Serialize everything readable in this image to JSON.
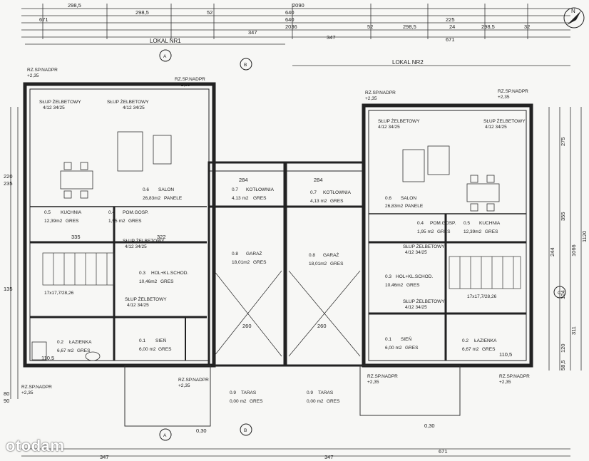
{
  "dimensions_top": {
    "row1": [
      "298,5",
      "298,5",
      "2090",
      "225"
    ],
    "row2": [
      "52",
      "640",
      "24",
      "298,5"
    ],
    "row3": [
      "640",
      "2036",
      "52",
      "298,5",
      "24",
      "298,5",
      "32"
    ],
    "row4": [
      "671",
      "671"
    ],
    "lokal1_width": "347",
    "lokal2_width": "347"
  },
  "lokal_labels": {
    "lokal1": "LOKAL NR1",
    "lokal2": "LOKAL NR2"
  },
  "axis_labels": {
    "a": "A",
    "b": "B",
    "c": "C"
  },
  "rooms": [
    {
      "id": "kuchnia1",
      "no": "0.5",
      "name": "KUCHNIA",
      "area": "12,39m2",
      "floor": "GRES"
    },
    {
      "id": "pom_gosp1",
      "no": "0.4",
      "name": "POM.GOSP.",
      "area": "1,95 m2",
      "floor": "GRES"
    },
    {
      "id": "salon1",
      "no": "0.6",
      "name": "SALON",
      "area": "26,83m2",
      "floor": "PANELE"
    },
    {
      "id": "kotlownia1",
      "no": "0.7",
      "name": "KOTŁOWNIA",
      "area": "4,13 m2",
      "floor": "GRES"
    },
    {
      "id": "garaz1",
      "no": "0.8",
      "name": "GARAŻ",
      "area": "18,01m2",
      "floor": "GRES"
    },
    {
      "id": "hol1",
      "no": "0.3",
      "name": "HOL+KL.SCHOD.",
      "area": "10,46m2",
      "floor": "GRES"
    },
    {
      "id": "sien1",
      "no": "0.1",
      "name": "SIEŃ",
      "area": "6,00 m2",
      "floor": "GRES"
    },
    {
      "id": "lazienka1",
      "no": "0.2",
      "name": "ŁAZIENKA",
      "area": "6,67 m2",
      "floor": "GRES"
    },
    {
      "id": "taras1",
      "no": "0.9",
      "name": "TARAS",
      "area": "0,00 m2",
      "floor": "GRES"
    },
    {
      "id": "kotlownia2",
      "no": "0.7",
      "name": "KOTŁOWNIA",
      "area": "4,13 m2",
      "floor": "GRES"
    },
    {
      "id": "garaz2",
      "no": "0.8",
      "name": "GARAŻ",
      "area": "18,01m2",
      "floor": "GRES"
    },
    {
      "id": "salon2",
      "no": "0.6",
      "name": "SALON",
      "area": "26,83m2",
      "floor": "PANELE"
    },
    {
      "id": "pom_gosp2",
      "no": "0.4",
      "name": "POM.GOSP.",
      "area": "1,95 m2",
      "floor": "GRES"
    },
    {
      "id": "kuchnia2",
      "no": "0.5",
      "name": "KUCHNIA",
      "area": "12,39m2",
      "floor": "GRES"
    },
    {
      "id": "hol2",
      "no": "0.3",
      "name": "HOL+KL.SCHOD.",
      "area": "10,46m2",
      "floor": "GRES"
    },
    {
      "id": "sien2",
      "no": "0.1",
      "name": "SIEŃ",
      "area": "6,00 m2",
      "floor": "GRES"
    },
    {
      "id": "lazienka2",
      "no": "0.2",
      "name": "ŁAZIENKA",
      "area": "6,67 m2",
      "floor": "GRES"
    },
    {
      "id": "taras2",
      "no": "0.9",
      "name": "TARAS",
      "area": "0,00 m2",
      "floor": "GRES"
    }
  ],
  "annotations": {
    "rz_nadpr": "RZ.SP.NADPR",
    "level": "+2,35",
    "slup": "SŁUP ŻELBETOWY",
    "slup_size": "4/12 34/25",
    "stairs1": "17x17,7/28,26",
    "stairs2": "17x17,7/28,26",
    "dim_335": "335",
    "dim_322": "322",
    "dim_110_5": "110,5",
    "dim_284": "284",
    "dim_260": "260",
    "dim_0_30": "0,30"
  },
  "dimensions_right": [
    "275",
    "355",
    "1066",
    "1120",
    "244",
    "311",
    "124",
    "120",
    "58,5"
  ],
  "dimensions_left": [
    "220",
    "235",
    "135",
    "80",
    "90"
  ],
  "dimensions_bottom": [
    "347",
    "347",
    "671"
  ],
  "watermark": "otodam"
}
